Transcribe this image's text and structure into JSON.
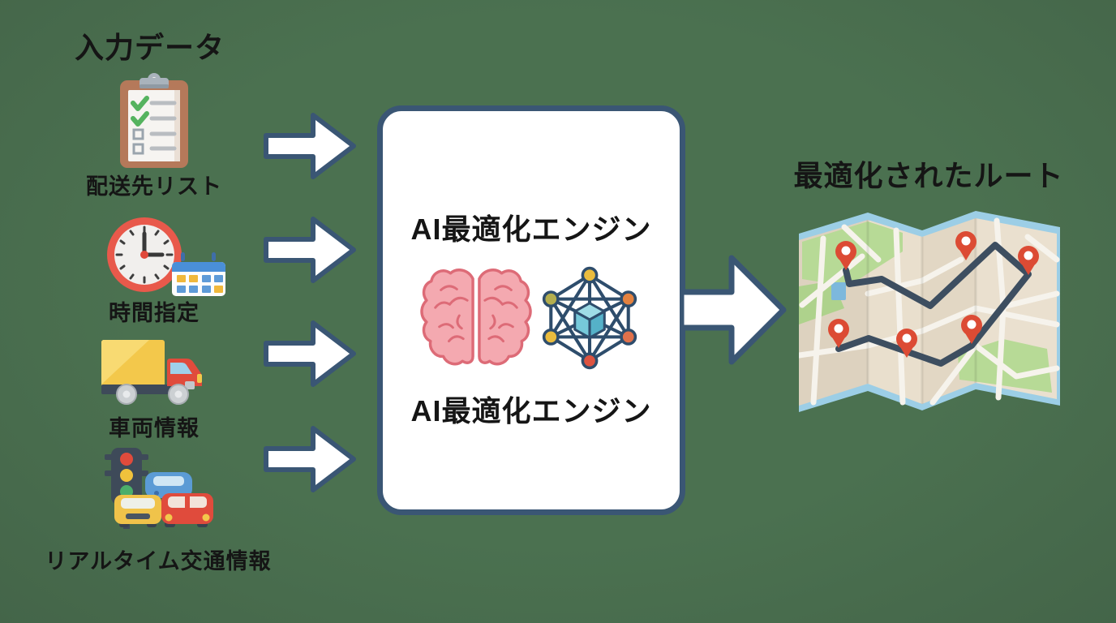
{
  "colors": {
    "background": "#4b7150",
    "background_edge": "#446549",
    "ink": "#151515",
    "outline": "#3a5674",
    "box_fill": "#ffffff",
    "arrow_fill": "#ffffff",
    "pin_red": "#dc4b34",
    "route_navy": "#3d4e60",
    "map_paper_light": "#e9dfcd",
    "map_paper_dark": "#ddd2bf",
    "map_green": "#b7da96",
    "map_water": "#7db8dc",
    "map_edge_blue": "#9ccee6",
    "brain_pink": "#f4a9b0",
    "brain_outline": "#dd6b77",
    "network_line": "#2e4d6c"
  },
  "input_section": {
    "heading": "入力データ",
    "items": [
      {
        "label": "配送先リスト",
        "icon": "clipboard-checklist-icon"
      },
      {
        "label": "時間指定",
        "icon": "clock-calendar-icon"
      },
      {
        "label": "車両情報",
        "icon": "truck-icon"
      },
      {
        "label": "リアルタイム交通情報",
        "icon": "traffic-jam-icon"
      }
    ]
  },
  "engine_box": {
    "label_top": "AI最適化エンジン",
    "label_bottom": "AI最適化エンジン",
    "icons": [
      "brain-icon",
      "neural-network-icon"
    ]
  },
  "output_section": {
    "heading": "最適化されたルート",
    "icon": "route-map-icon"
  }
}
